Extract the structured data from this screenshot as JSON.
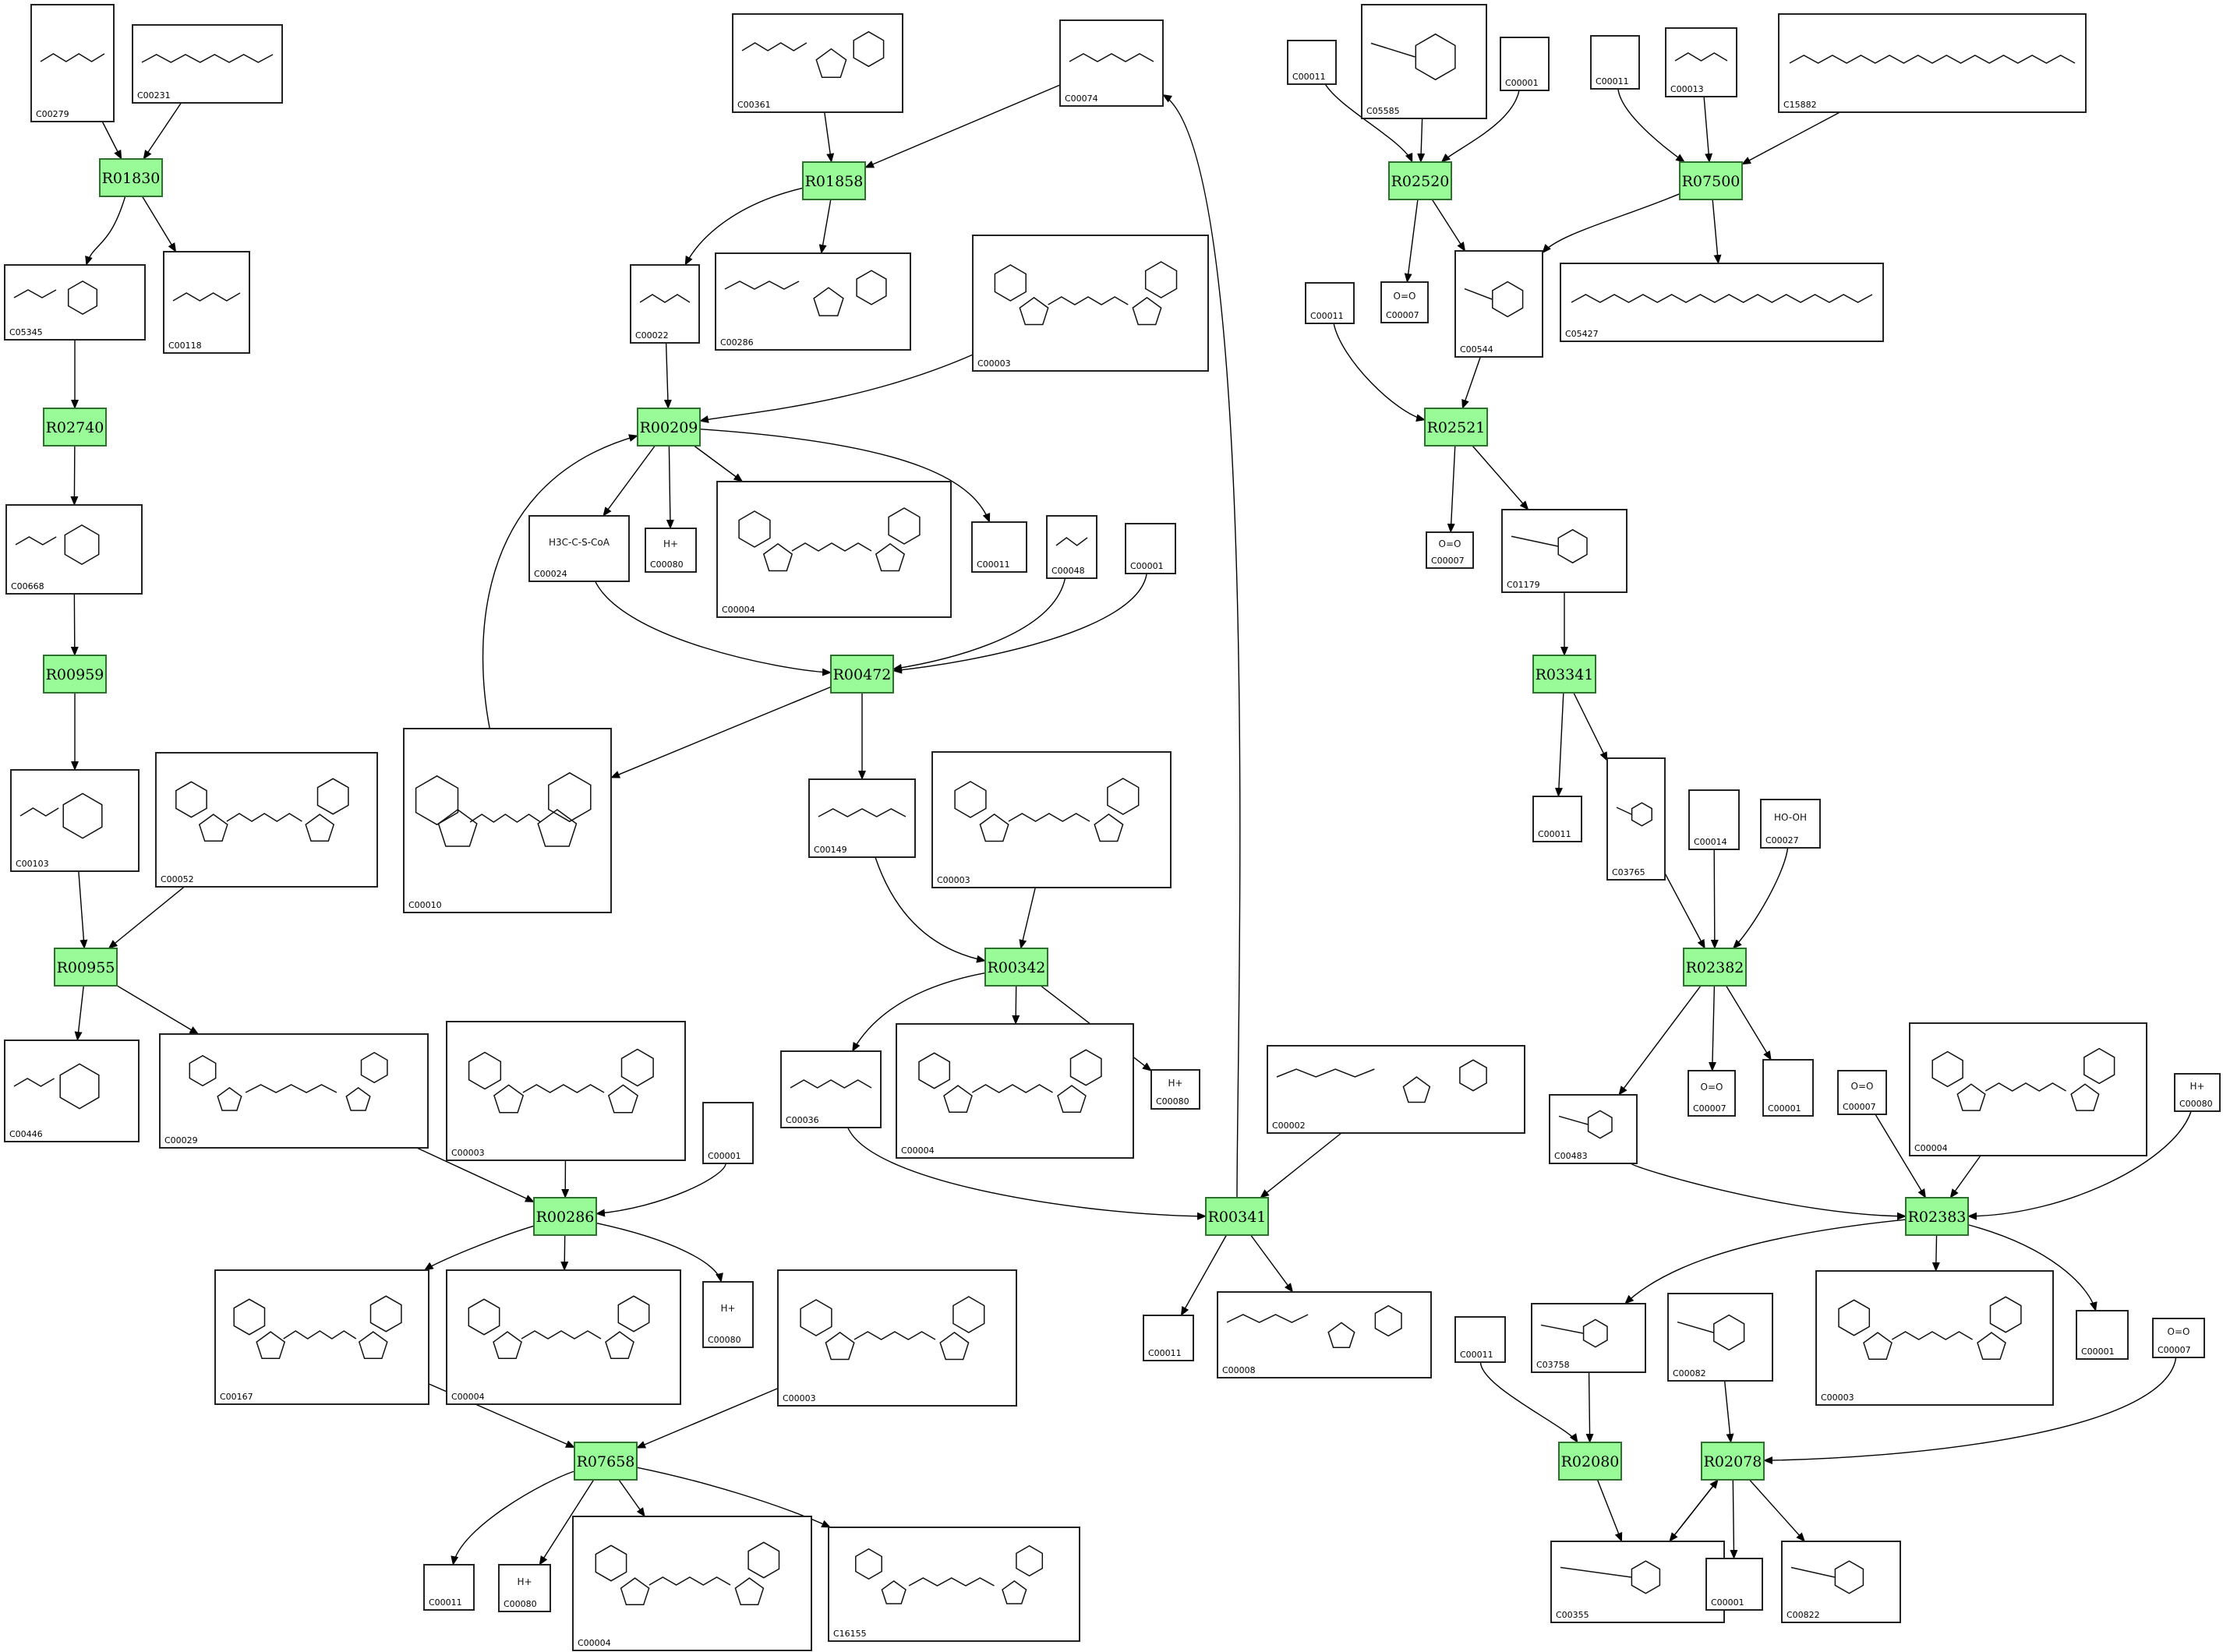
{
  "colors": {
    "reaction_fill": "#98fb98",
    "reaction_stroke": "#2f6f2f",
    "compound_stroke": "#222222",
    "edge": "#000000"
  },
  "reactions": [
    {
      "id": "R01830"
    },
    {
      "id": "R01858"
    },
    {
      "id": "R02520"
    },
    {
      "id": "R07500"
    },
    {
      "id": "R02740"
    },
    {
      "id": "R00209"
    },
    {
      "id": "R02521"
    },
    {
      "id": "R00959"
    },
    {
      "id": "R00472"
    },
    {
      "id": "R03341"
    },
    {
      "id": "R00955"
    },
    {
      "id": "R00342"
    },
    {
      "id": "R02382"
    },
    {
      "id": "R00286"
    },
    {
      "id": "R00341"
    },
    {
      "id": "R02383"
    },
    {
      "id": "R07658"
    },
    {
      "id": "R02080"
    },
    {
      "id": "R02078"
    }
  ],
  "compounds": [
    {
      "id": "C00279",
      "formula": "",
      "kind": "sugarchain"
    },
    {
      "id": "C00231",
      "formula": "",
      "kind": "chain"
    },
    {
      "id": "C00361",
      "formula": "",
      "kind": "nucleotide"
    },
    {
      "id": "C00074",
      "formula": "",
      "kind": "chain"
    },
    {
      "id": "C00011",
      "formula": "",
      "kind": "small"
    },
    {
      "id": "C05585",
      "formula": "",
      "kind": "ring"
    },
    {
      "id": "C00001",
      "formula": "",
      "kind": "small"
    },
    {
      "id": "C00011",
      "formula": "",
      "kind": "small"
    },
    {
      "id": "C00013",
      "formula": "",
      "kind": "chain"
    },
    {
      "id": "C15882",
      "formula": "",
      "kind": "longchain"
    },
    {
      "id": "C05345",
      "formula": "",
      "kind": "sugar"
    },
    {
      "id": "C00118",
      "formula": "",
      "kind": "chain"
    },
    {
      "id": "C00022",
      "formula": "",
      "kind": "chain"
    },
    {
      "id": "C00286",
      "formula": "",
      "kind": "nucleotide"
    },
    {
      "id": "C00003",
      "formula": "",
      "kind": "dinucleotide"
    },
    {
      "id": "C00007",
      "formula": "O=O",
      "kind": "small"
    },
    {
      "id": "C00544",
      "formula": "",
      "kind": "ring"
    },
    {
      "id": "C05427",
      "formula": "",
      "kind": "longchain"
    },
    {
      "id": "C00011",
      "formula": "",
      "kind": "small"
    },
    {
      "id": "C00668",
      "formula": "",
      "kind": "sugar"
    },
    {
      "id": "C00024",
      "formula": "H3C-C-S-CoA",
      "kind": "small"
    },
    {
      "id": "C00080",
      "formula": "H+",
      "kind": "small"
    },
    {
      "id": "C00004",
      "formula": "",
      "kind": "dinucleotide"
    },
    {
      "id": "C00011",
      "formula": "",
      "kind": "small"
    },
    {
      "id": "C00048",
      "formula": "",
      "kind": "chain"
    },
    {
      "id": "C00001",
      "formula": "",
      "kind": "small"
    },
    {
      "id": "C00007",
      "formula": "O=O",
      "kind": "small"
    },
    {
      "id": "C01179",
      "formula": "",
      "kind": "ring"
    },
    {
      "id": "C00103",
      "formula": "",
      "kind": "sugar"
    },
    {
      "id": "C00052",
      "formula": "",
      "kind": "dinucleotide"
    },
    {
      "id": "C00010",
      "formula": "",
      "kind": "dinucleotide"
    },
    {
      "id": "C00149",
      "formula": "",
      "kind": "chain"
    },
    {
      "id": "C00003",
      "formula": "",
      "kind": "dinucleotide"
    },
    {
      "id": "C00011",
      "formula": "",
      "kind": "small"
    },
    {
      "id": "C03765",
      "formula": "",
      "kind": "ring"
    },
    {
      "id": "C00014",
      "formula": "",
      "kind": "small"
    },
    {
      "id": "C00027",
      "formula": "HO-OH",
      "kind": "small"
    },
    {
      "id": "C00446",
      "formula": "",
      "kind": "sugar"
    },
    {
      "id": "C00029",
      "formula": "",
      "kind": "dinucleotide"
    },
    {
      "id": "C00003",
      "formula": "",
      "kind": "dinucleotide"
    },
    {
      "id": "C00001",
      "formula": "",
      "kind": "small"
    },
    {
      "id": "C00036",
      "formula": "",
      "kind": "chain"
    },
    {
      "id": "C00004",
      "formula": "",
      "kind": "dinucleotide"
    },
    {
      "id": "C00080",
      "formula": "H+",
      "kind": "small"
    },
    {
      "id": "C00002",
      "formula": "",
      "kind": "nucleotide"
    },
    {
      "id": "C00483",
      "formula": "",
      "kind": "ring"
    },
    {
      "id": "C00007",
      "formula": "O=O",
      "kind": "small"
    },
    {
      "id": "C00001",
      "formula": "",
      "kind": "small"
    },
    {
      "id": "C00007",
      "formula": "O=O",
      "kind": "small"
    },
    {
      "id": "C00004",
      "formula": "",
      "kind": "dinucleotide"
    },
    {
      "id": "C00080",
      "formula": "H+",
      "kind": "small"
    },
    {
      "id": "C00167",
      "formula": "",
      "kind": "dinucleotide"
    },
    {
      "id": "C00004",
      "formula": "",
      "kind": "dinucleotide"
    },
    {
      "id": "C00080",
      "formula": "H+",
      "kind": "small"
    },
    {
      "id": "C00003",
      "formula": "",
      "kind": "dinucleotide"
    },
    {
      "id": "C00011",
      "formula": "",
      "kind": "small"
    },
    {
      "id": "C00008",
      "formula": "",
      "kind": "nucleotide"
    },
    {
      "id": "C00011",
      "formula": "",
      "kind": "small"
    },
    {
      "id": "C03758",
      "formula": "",
      "kind": "ring"
    },
    {
      "id": "C00082",
      "formula": "",
      "kind": "ring"
    },
    {
      "id": "C00003",
      "formula": "",
      "kind": "dinucleotide"
    },
    {
      "id": "C00001",
      "formula": "",
      "kind": "small"
    },
    {
      "id": "C00007",
      "formula": "O=O",
      "kind": "small"
    },
    {
      "id": "C00011",
      "formula": "",
      "kind": "small"
    },
    {
      "id": "C00080",
      "formula": "H+",
      "kind": "small"
    },
    {
      "id": "C00004",
      "formula": "",
      "kind": "dinucleotide"
    },
    {
      "id": "C16155",
      "formula": "",
      "kind": "dinucleotide"
    },
    {
      "id": "C00355",
      "formula": "",
      "kind": "ring"
    },
    {
      "id": "C00001",
      "formula": "",
      "kind": "small"
    },
    {
      "id": "C00822",
      "formula": "",
      "kind": "ring"
    }
  ]
}
